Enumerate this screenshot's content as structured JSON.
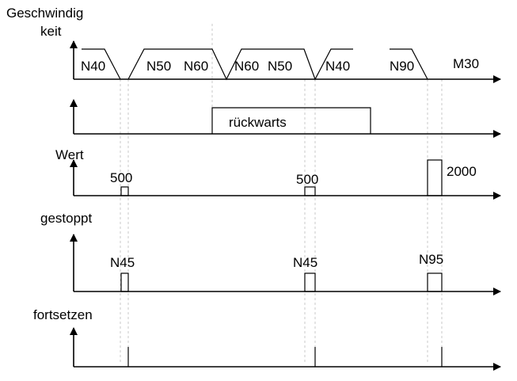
{
  "lanes": {
    "speed": {
      "title_line1": "Geschwindig",
      "title_line2": "keit",
      "segments": [
        "N40",
        "N50",
        "N60",
        "N60",
        "N50",
        "N40",
        "N90"
      ],
      "end_label": "M30"
    },
    "direction": {
      "pulse_label": "rückwarts"
    },
    "value": {
      "title": "Wert",
      "pulses": [
        "500",
        "500",
        "2000"
      ]
    },
    "stopped": {
      "title": "gestoppt",
      "pulses": [
        "N45",
        "N45",
        "N95"
      ]
    },
    "resume": {
      "title": "fortsetzen"
    }
  }
}
